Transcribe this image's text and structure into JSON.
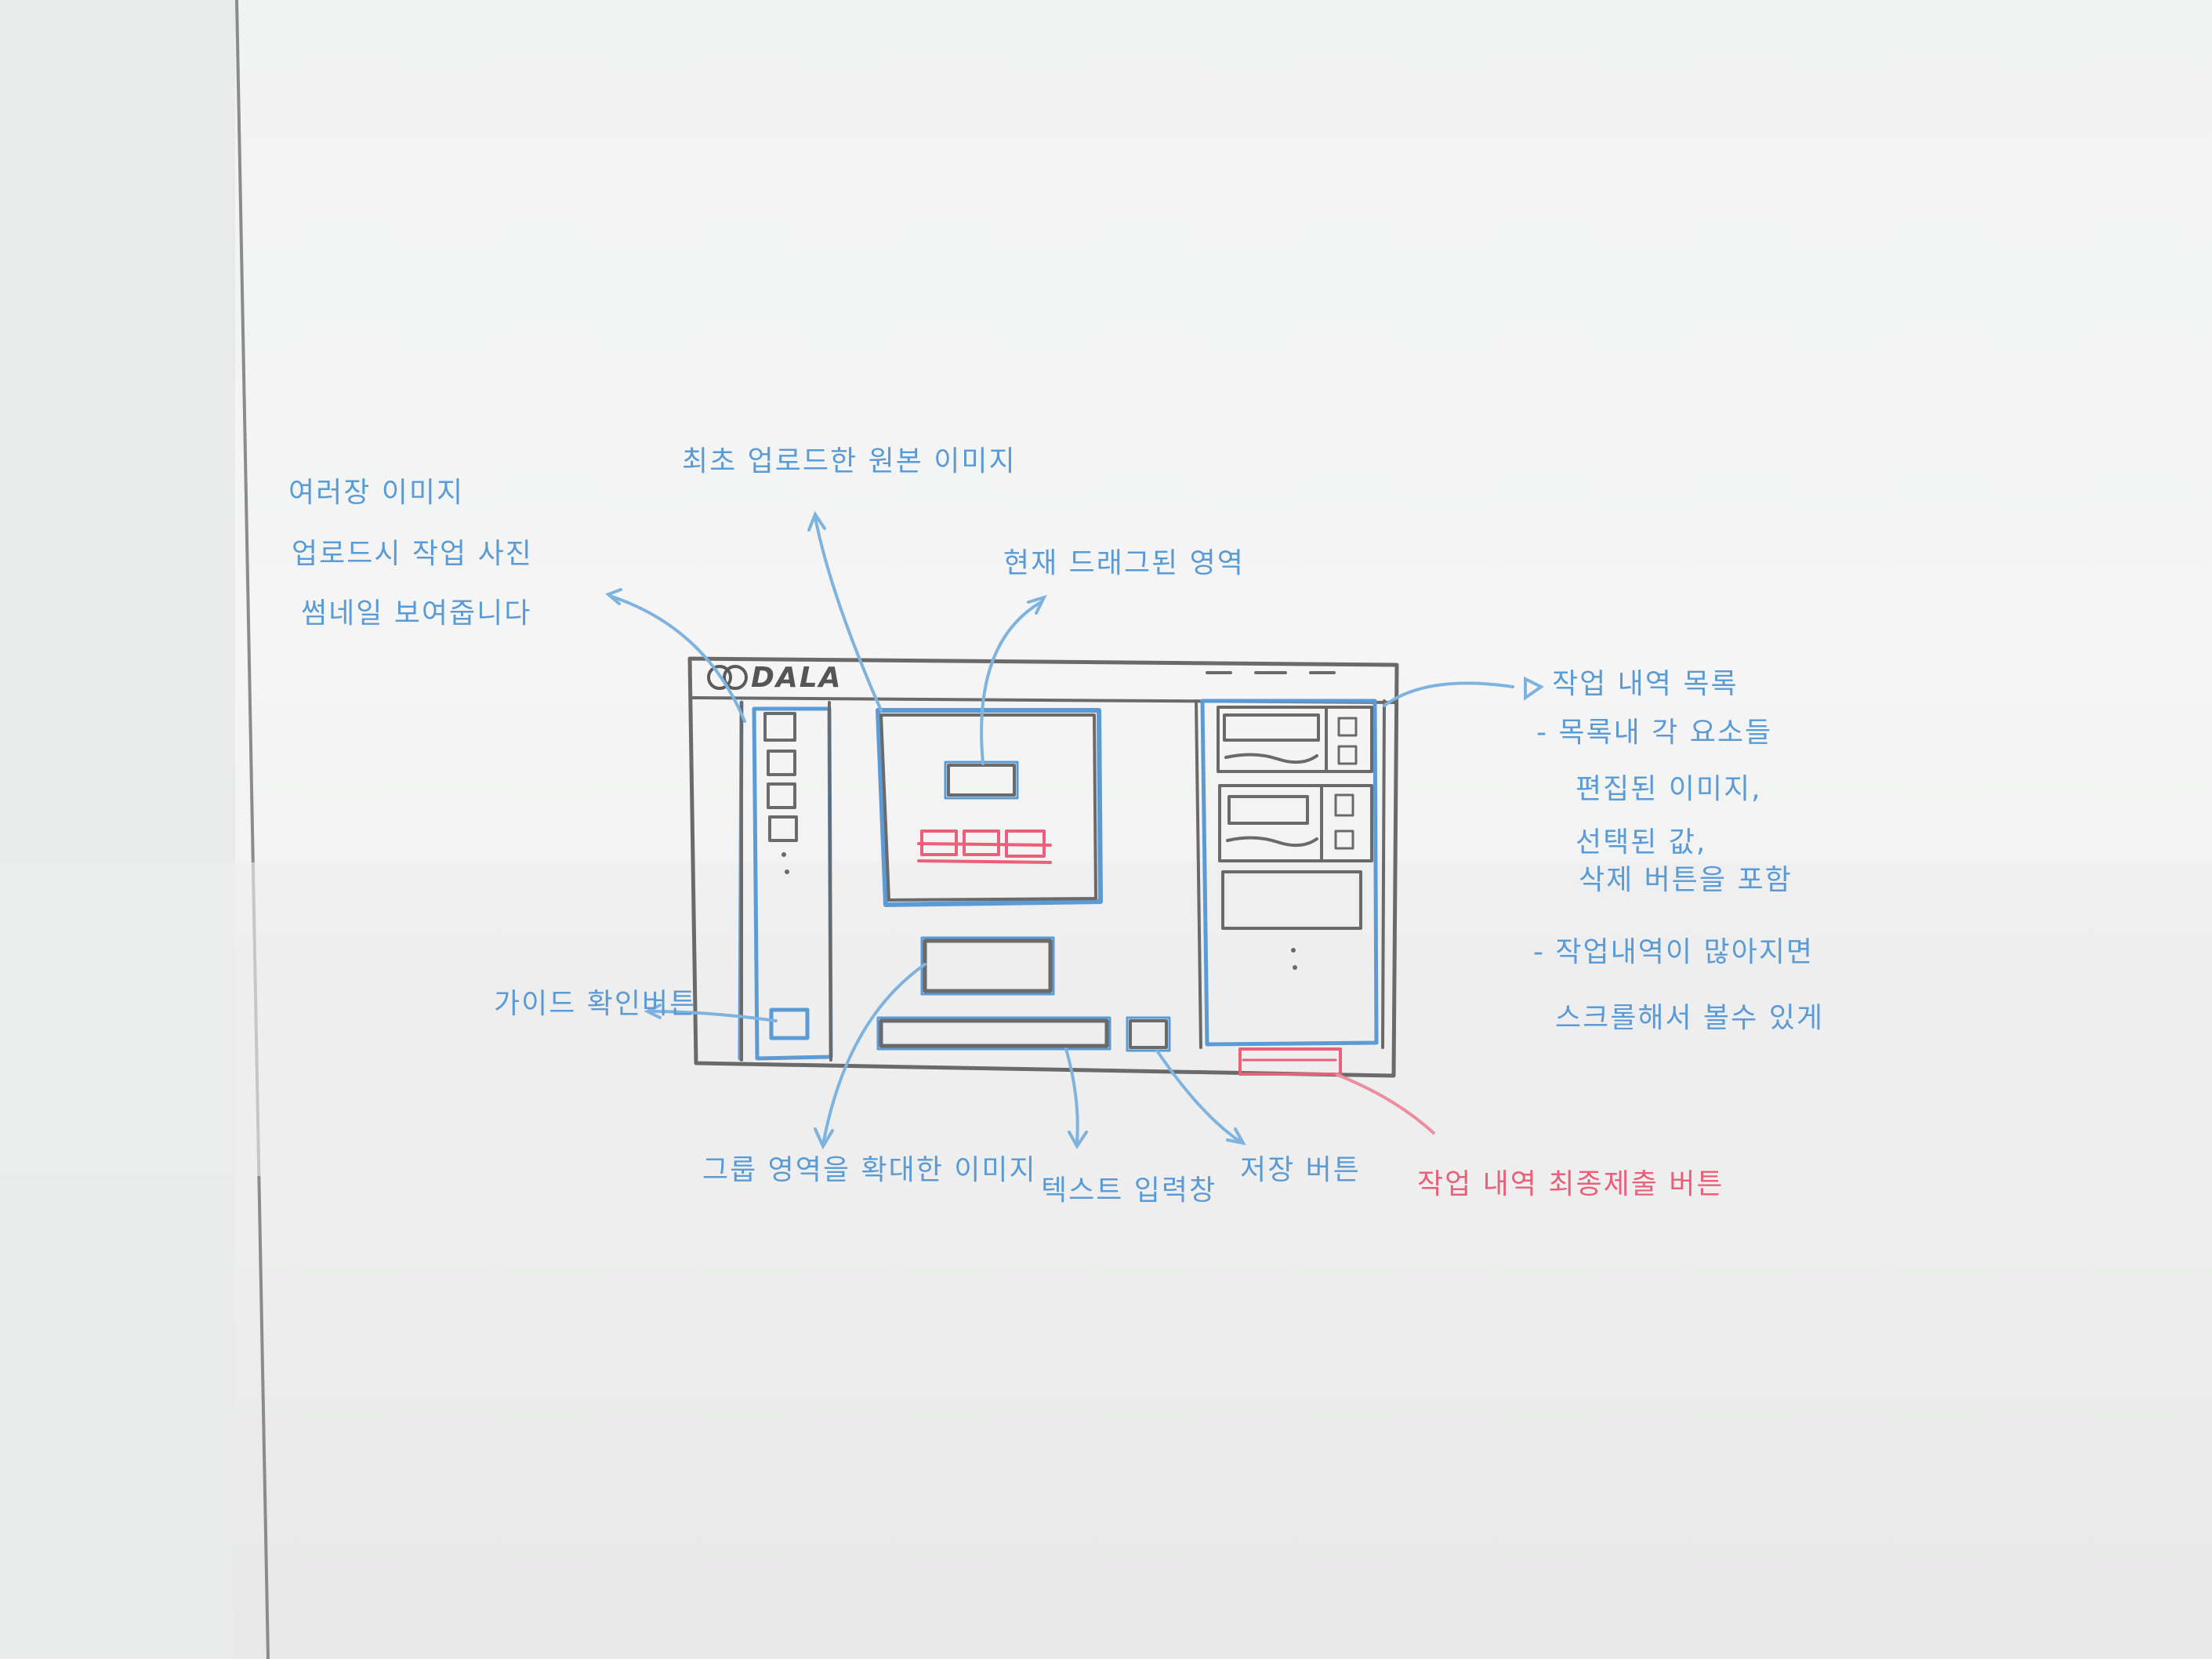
{
  "sketch": {
    "logo_text": "DALA",
    "annotations": {
      "top_left": [
        "여러장 이미지",
        "업로드시 작업 사진",
        "썸네일 보여줍니다"
      ],
      "top_center": "최초 업로드한 원본 이미지",
      "selected_region": "현재 드래그된 영역",
      "history_title": "작업 내역 목록",
      "history_notes": [
        "- 목록내 각 요소들",
        "편집된 이미지,",
        "선택된 값,",
        "삭제 버튼을 포함",
        "- 작업내역이 많아지면",
        "스크롤해서 볼수 있게"
      ],
      "guide_button": "가이드 확인버튼",
      "zoom_image": "그룹 영역을 확대한 이미지",
      "text_input": "텍스트 입력창",
      "save_button": "저장 버튼",
      "submit_button": "작업 내역 최종제출 버튼"
    },
    "colors": {
      "blue_marker": "#5b9bd5",
      "red_marker": "#e8607a",
      "black_marker": "#5a5a5a"
    }
  }
}
